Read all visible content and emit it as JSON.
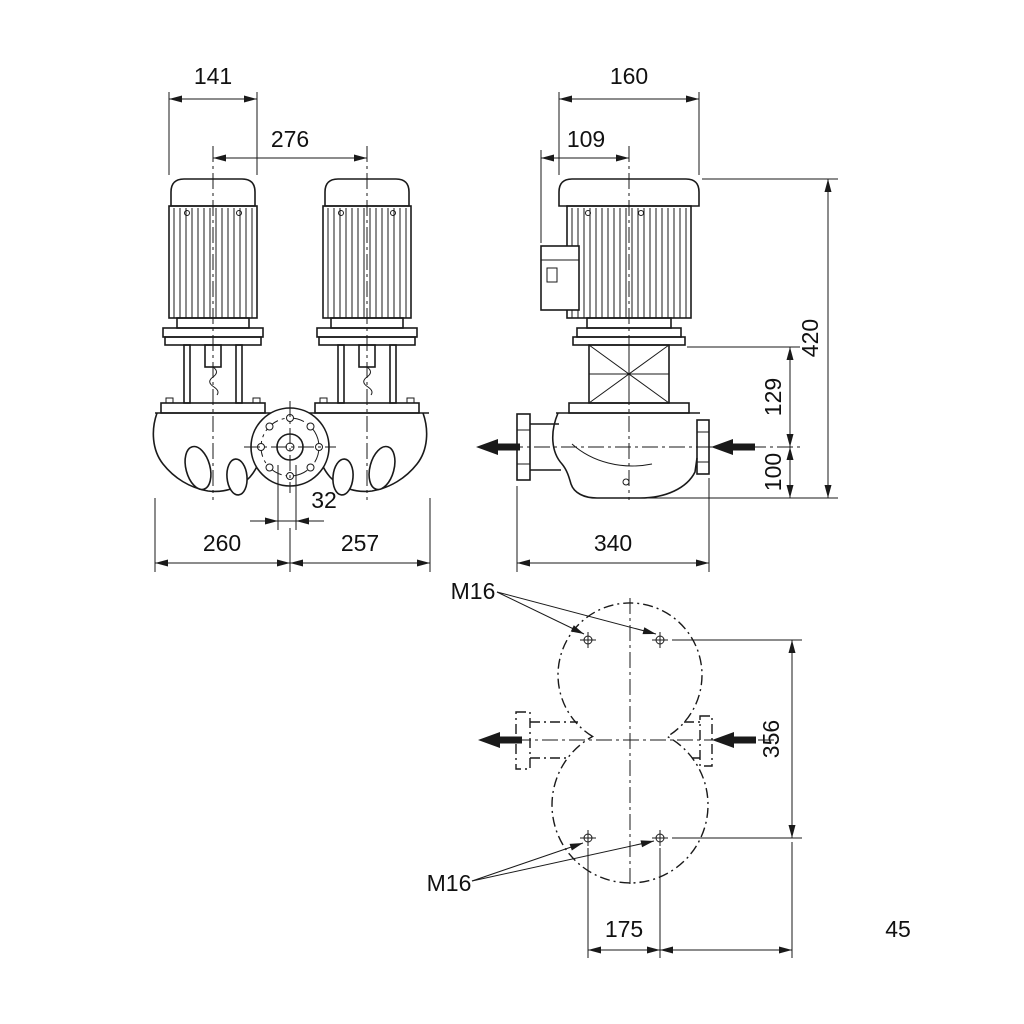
{
  "drawing": {
    "colors": {
      "line": "#1a1a1a",
      "background": "#ffffff"
    },
    "front_view": {
      "dim_motor_width": "141",
      "dim_head_spacing": "276",
      "dim_port_offset": "32",
      "dim_left_half": "260",
      "dim_right_half": "257"
    },
    "side_view": {
      "dim_motor_depth": "160",
      "dim_box_offset": "109",
      "dim_total_height": "420",
      "dim_lantern_height": "129",
      "dim_port_height": "100",
      "dim_face_to_face": "340"
    },
    "plan_view": {
      "bolt_label_top": "M16",
      "bolt_label_bottom": "M16",
      "dim_overall_length": "356",
      "dim_bolt_spacing": "175",
      "dim_bolt_edge": "45"
    }
  }
}
